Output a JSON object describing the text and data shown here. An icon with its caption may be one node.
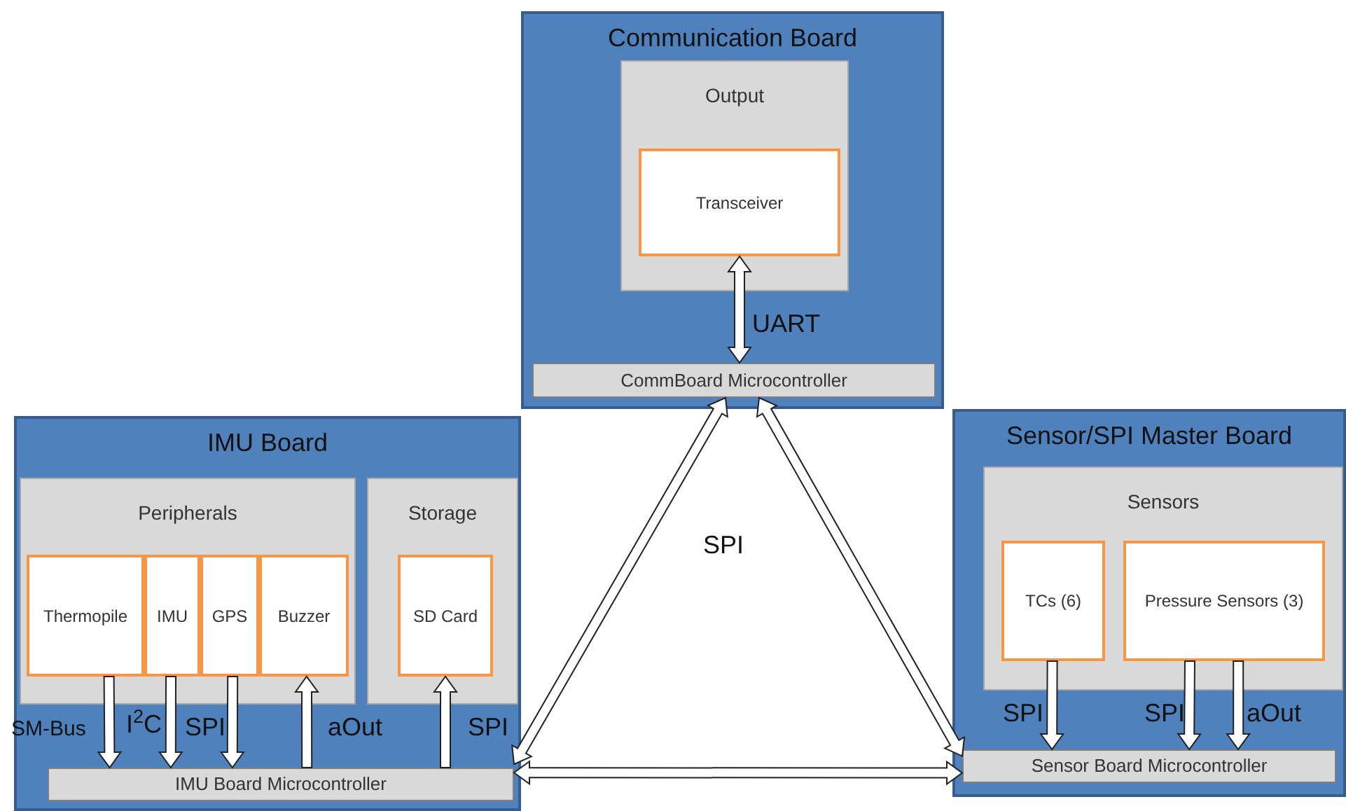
{
  "diagram": {
    "nodes": [
      {
        "text": [
          "Communication Board"
        ]
      },
      {
        "text": [
          "Output"
        ],
        "in": 0
      },
      {
        "text": [
          "Transceiver"
        ],
        "in": 1
      },
      {
        "text": [
          "CommBoard Microcontroller"
        ],
        "in": 0
      },
      {
        "text": [
          "IMU Board"
        ]
      },
      {
        "text": [
          "Peripherals"
        ],
        "in": 4
      },
      {
        "text": [
          "Thermopile"
        ],
        "in": 5
      },
      {
        "text": [
          "IMU"
        ],
        "in": 5
      },
      {
        "text": [
          "GPS"
        ],
        "in": 5
      },
      {
        "text": [
          "Buzzer"
        ],
        "in": 5
      },
      {
        "text": [
          "Storage"
        ],
        "in": 4
      },
      {
        "text": [
          "SD Card"
        ],
        "in": 10
      },
      {
        "text": [
          "IMU Board Microcontroller"
        ],
        "in": 4
      },
      {
        "text": [
          "Sensor/SPI Master Board"
        ]
      },
      {
        "text": [
          "Sensors"
        ],
        "in": 13
      },
      {
        "text": [
          "TCs (6)"
        ],
        "in": 14
      },
      {
        "text": [
          "Pressure Sensors (3)"
        ],
        "in": 14
      },
      {
        "text": [
          "Sensor Board Microcontroller"
        ],
        "in": 13
      }
    ],
    "edges": [
      {
        "from": 2,
        "to": 3,
        "arrow": "both",
        "label": "UART"
      },
      {
        "from": 6,
        "to": 12,
        "arrow": "to",
        "label": "SM-Bus"
      },
      {
        "from": 7,
        "to": 12,
        "arrow": "to",
        "label": "I$^{2}$C"
      },
      {
        "from": 8,
        "to": 12,
        "arrow": "to",
        "label": "SPI"
      },
      {
        "from": 12,
        "to": 9,
        "arrow": "to",
        "label": "aOut"
      },
      {
        "from": 12,
        "to": 11,
        "arrow": "to",
        "label": "SPI"
      },
      {
        "from": 3,
        "to": 12,
        "arrow": "both"
      },
      {
        "from": 3,
        "to": 17,
        "arrow": "both"
      },
      {
        "from": 12,
        "to": 17,
        "arrow": "both"
      },
      {
        "from": 15,
        "to": 17,
        "arrow": "to",
        "label": "SPI"
      },
      {
        "from": 16,
        "to": 17,
        "arrow": "to",
        "label": "SPI"
      },
      {
        "from": 16,
        "to": 17,
        "arrow": "to",
        "label": "aOut"
      }
    ],
    "labels": [
      "SPI"
    ]
  }
}
